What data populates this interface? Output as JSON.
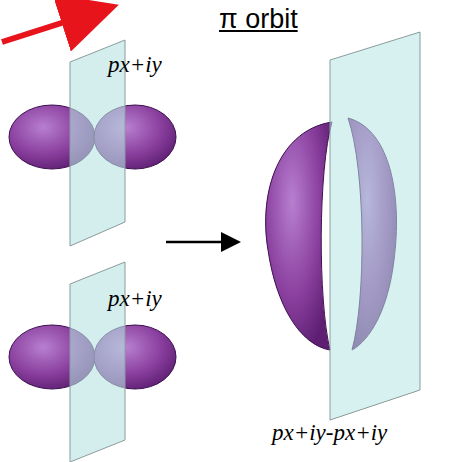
{
  "diagram": {
    "title": "π orbit",
    "labels": [
      "px+iy",
      "px+iy",
      "px+iy-px+iy"
    ]
  }
}
